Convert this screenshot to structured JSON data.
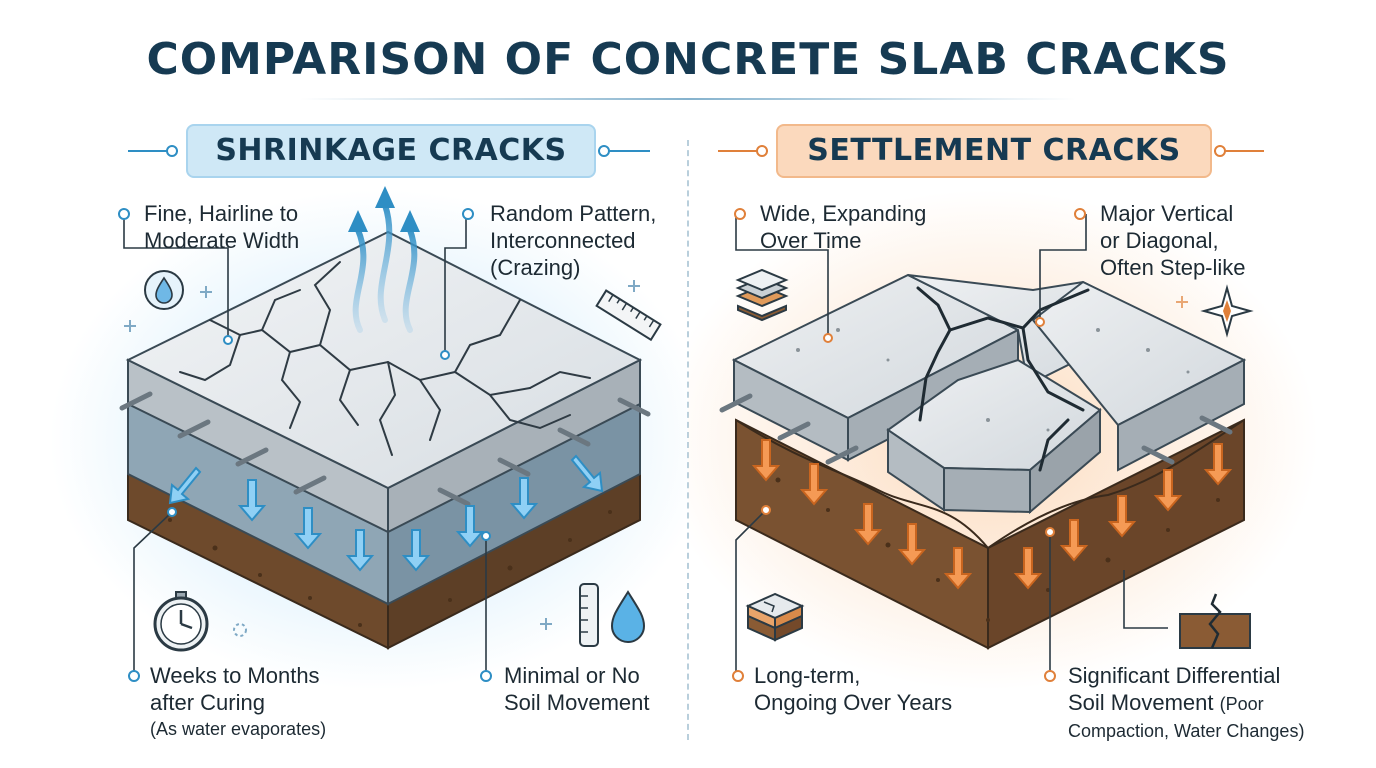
{
  "title": "COMPARISON OF CONCRETE SLAB CRACKS",
  "sections": {
    "shrinkage": {
      "title": "SHRINKAGE CRACKS",
      "labels": {
        "width": [
          "Fine, Hairline to",
          "Moderate Width"
        ],
        "pattern": [
          "Random Pattern,",
          "Interconnected",
          "(Crazing)"
        ],
        "timing": [
          "Weeks to Months",
          "after Curing"
        ],
        "timing_note": "(As water evaporates)",
        "soil": [
          "Minimal or No",
          "Soil Movement"
        ]
      }
    },
    "settlement": {
      "title": "SETTLEMENT CRACKS",
      "labels": {
        "width": [
          "Wide, Expanding",
          "Over Time"
        ],
        "pattern": [
          "Major Vertical",
          "or Diagonal,",
          "Often Step-like"
        ],
        "timing": [
          "Long-term,",
          "Ongoing Over Years"
        ],
        "soil_main": [
          "Significant Differential",
          "Soil Movement"
        ],
        "soil_inline": "(Poor",
        "soil_note": "Compaction, Water Changes)"
      }
    }
  },
  "colors": {
    "title": "#163a52",
    "shrinkage_accent": "#2e8ec4",
    "settlement_accent": "#e0803a",
    "concrete": "#dfe3e6",
    "soil": "#7a5231"
  },
  "icons": [
    "water-drop-icon",
    "ruler-icon",
    "stopwatch-icon",
    "thermometer-icon",
    "layers-icon",
    "compass-star-icon",
    "slab-sample-icon",
    "cracked-block-icon"
  ]
}
